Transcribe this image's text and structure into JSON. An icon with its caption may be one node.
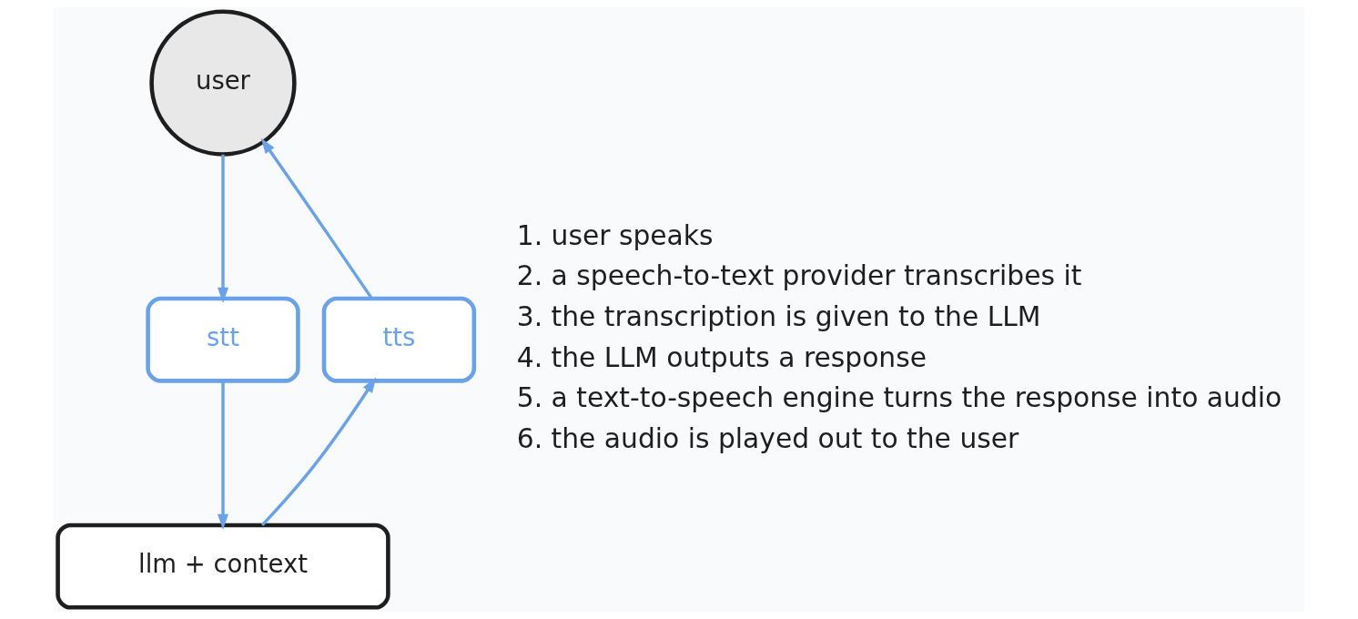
{
  "diagram": {
    "nodes": [
      {
        "text": [
          "user"
        ]
      },
      {
        "text": [
          "stt"
        ]
      },
      {
        "text": [
          "tts"
        ]
      },
      {
        "text": [
          "llm + context"
        ]
      }
    ],
    "edges": [
      {
        "from": 0,
        "to": 1,
        "arrow": "to"
      },
      {
        "from": 2,
        "to": 0,
        "arrow": "to"
      },
      {
        "from": 1,
        "to": 3,
        "arrow": "to"
      },
      {
        "from": 3,
        "to": 2,
        "arrow": "to"
      }
    ],
    "labels": [
      "1. user speaks",
      "2. a speech-to-text provider transcribes it",
      "3. the transcription is given to the LLM",
      "4. the LLM outputs a response",
      "5. a text-to-speech engine turns the response into audio",
      "6. the audio is played out to the user"
    ]
  }
}
